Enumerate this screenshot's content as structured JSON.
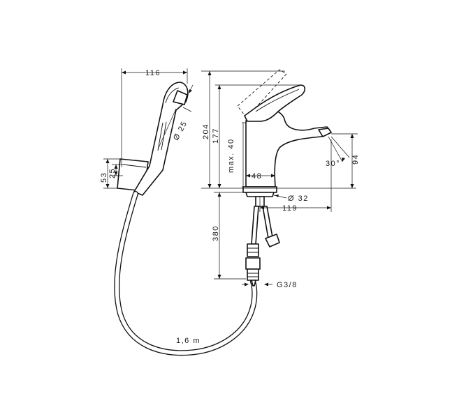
{
  "dimensions": {
    "spray_width": "116",
    "spray_diameter": "Ø 25",
    "holder_height": "53",
    "holder_inner": "25",
    "total_height": "204",
    "spout_height": "177",
    "max_clearance": "max. 40",
    "body_width": "48",
    "base_diameter": "Ø 32",
    "outlet_height": "94",
    "outlet_angle": "30°",
    "reach": "119",
    "supply_length": "380",
    "connection_thread": "G3/8",
    "hose_length": "1,6 m"
  }
}
